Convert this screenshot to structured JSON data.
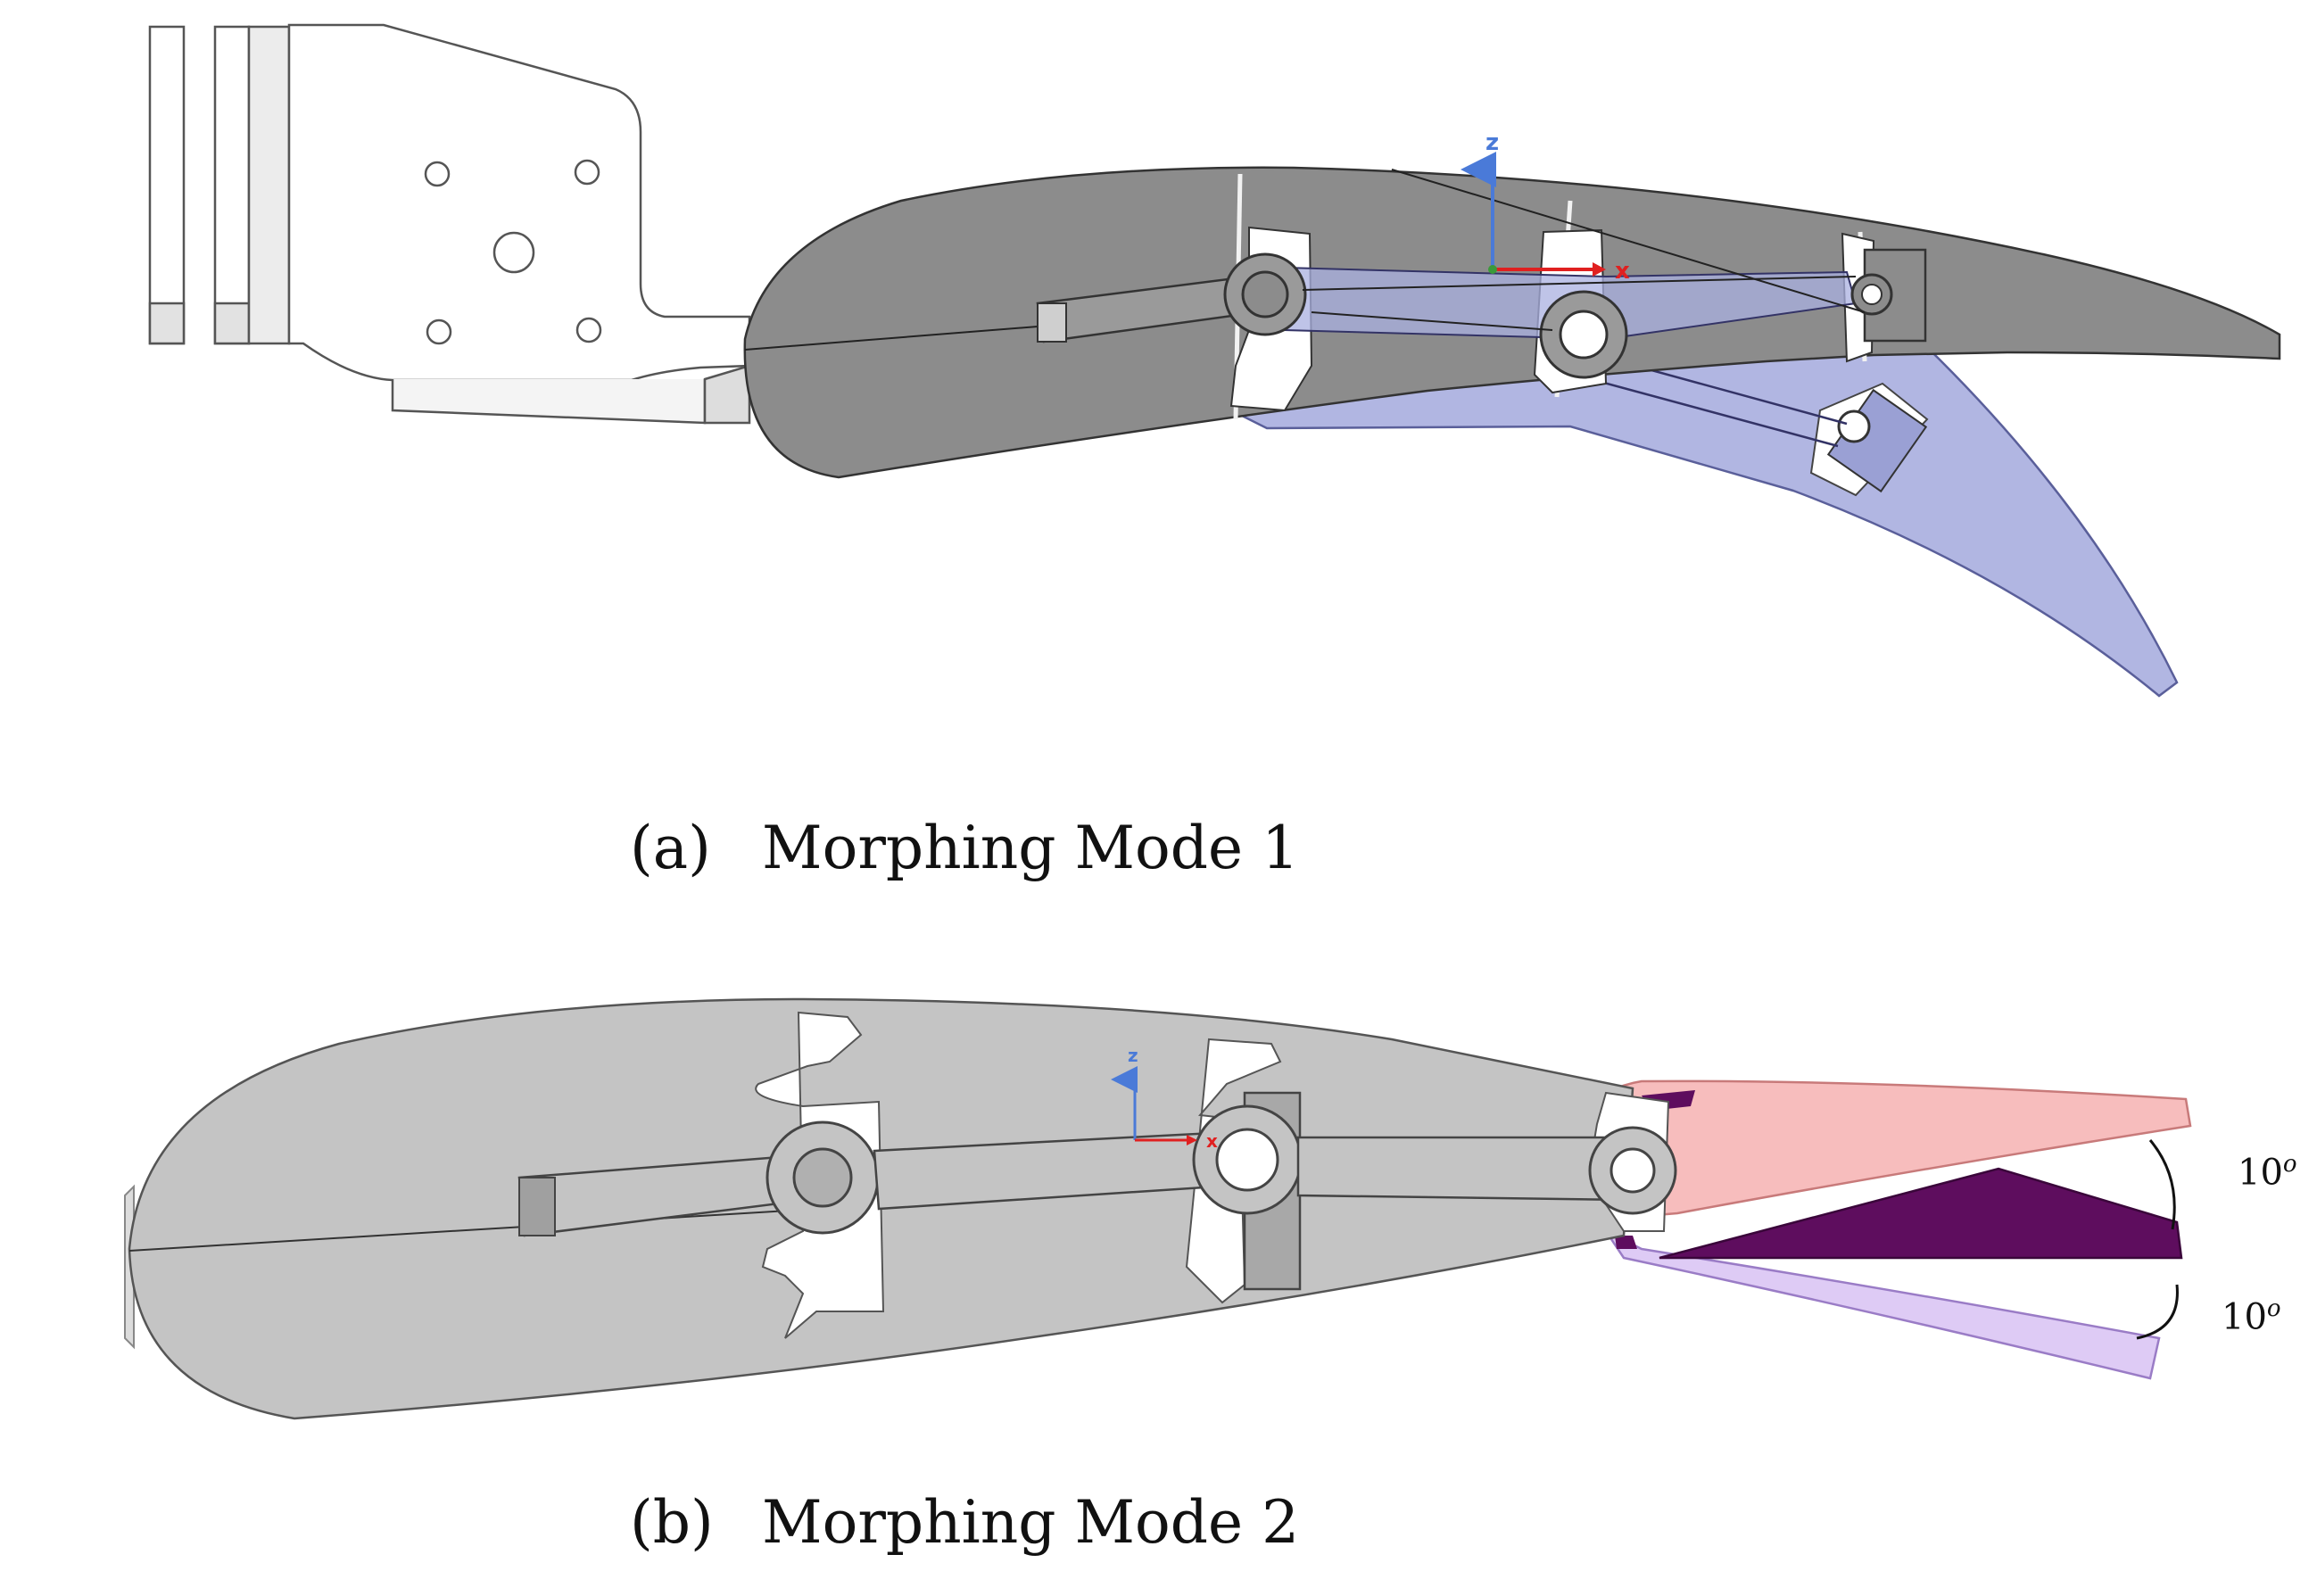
{
  "panels": [
    {
      "label": "(a)",
      "caption": "Morphing Mode 1",
      "axis": {
        "z_label": "z",
        "x_label": "x"
      }
    },
    {
      "label": "(b)",
      "caption": "Morphing Mode 2",
      "axis": {
        "z_label": "z",
        "x_label": "x"
      },
      "angles": {
        "upper": "10",
        "lower": "10",
        "unit": "o"
      }
    }
  ],
  "colors": {
    "wing_dark": "#8c8c8c",
    "wing_light": "#c4c4c4",
    "deflected_blue": "#aab0e0",
    "flap_pink": "#f7b9b9",
    "flap_lavender": "#dcc8f4",
    "flap_purple": "#5e0d5e",
    "axis_z": "#4a7ad8",
    "axis_x": "#e02020"
  }
}
